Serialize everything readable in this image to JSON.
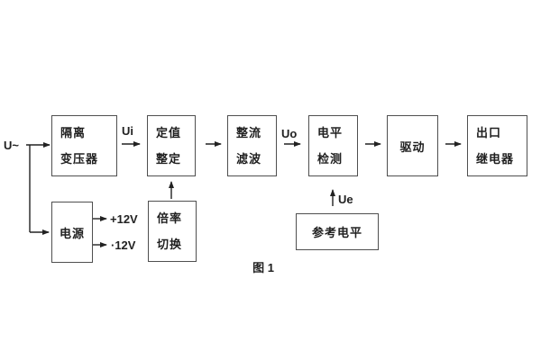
{
  "figure": {
    "caption": "图 1",
    "colors": {
      "background": "#ffffff",
      "line": "#4f4f4f",
      "text": "#1f1f1f"
    },
    "blocks": {
      "isolation_transformer": {
        "line1": "隔离",
        "line2": "变压器"
      },
      "setting_adjust": {
        "line1": "定值",
        "line2": "整定"
      },
      "rectifier_filter": {
        "line1": "整流",
        "line2": "滤波"
      },
      "level_detect": {
        "line1": "电平",
        "line2": "检测"
      },
      "driver": {
        "label": "驱动"
      },
      "output_relay": {
        "line1": "出口",
        "line2": "继电器"
      },
      "power_supply": {
        "label": "电源"
      },
      "ratio_switch": {
        "line1": "倍率",
        "line2": "切换"
      },
      "reference_level": {
        "label": "参考电平"
      }
    },
    "signals": {
      "input": "U~",
      "ui": "Ui",
      "uo": "Uo",
      "ue": "Ue",
      "rail_pos": "+12V",
      "rail_neg": "·12V"
    }
  }
}
